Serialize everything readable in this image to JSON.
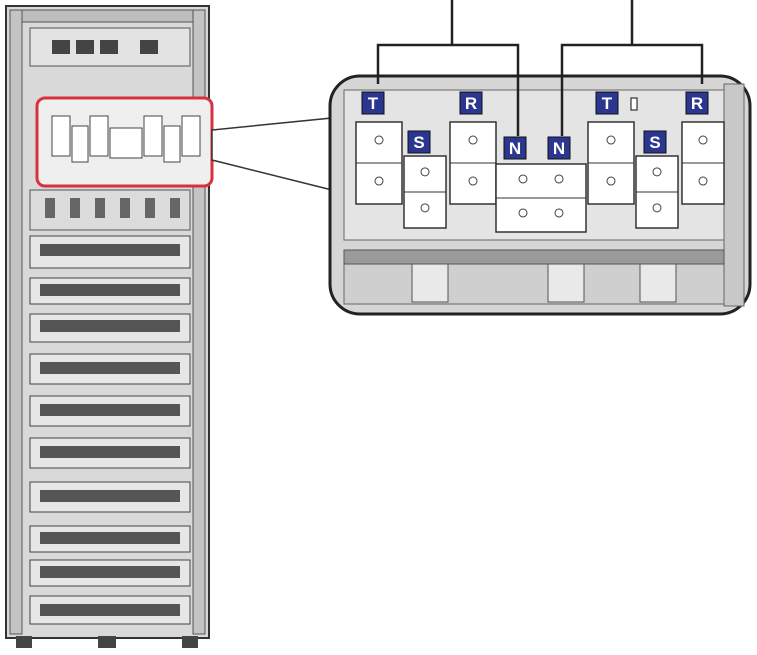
{
  "colors": {
    "label_fill": "#2b3690",
    "label_text": "#ffffff",
    "highlight": "#d9303f",
    "cabinet": "#d7d7d7",
    "outline": "#333333"
  },
  "terminals": [
    {
      "label": "T"
    },
    {
      "label": "S"
    },
    {
      "label": "R"
    },
    {
      "label": "N"
    },
    {
      "label": "N"
    },
    {
      "label": "T"
    },
    {
      "label": "S"
    },
    {
      "label": "R"
    }
  ]
}
